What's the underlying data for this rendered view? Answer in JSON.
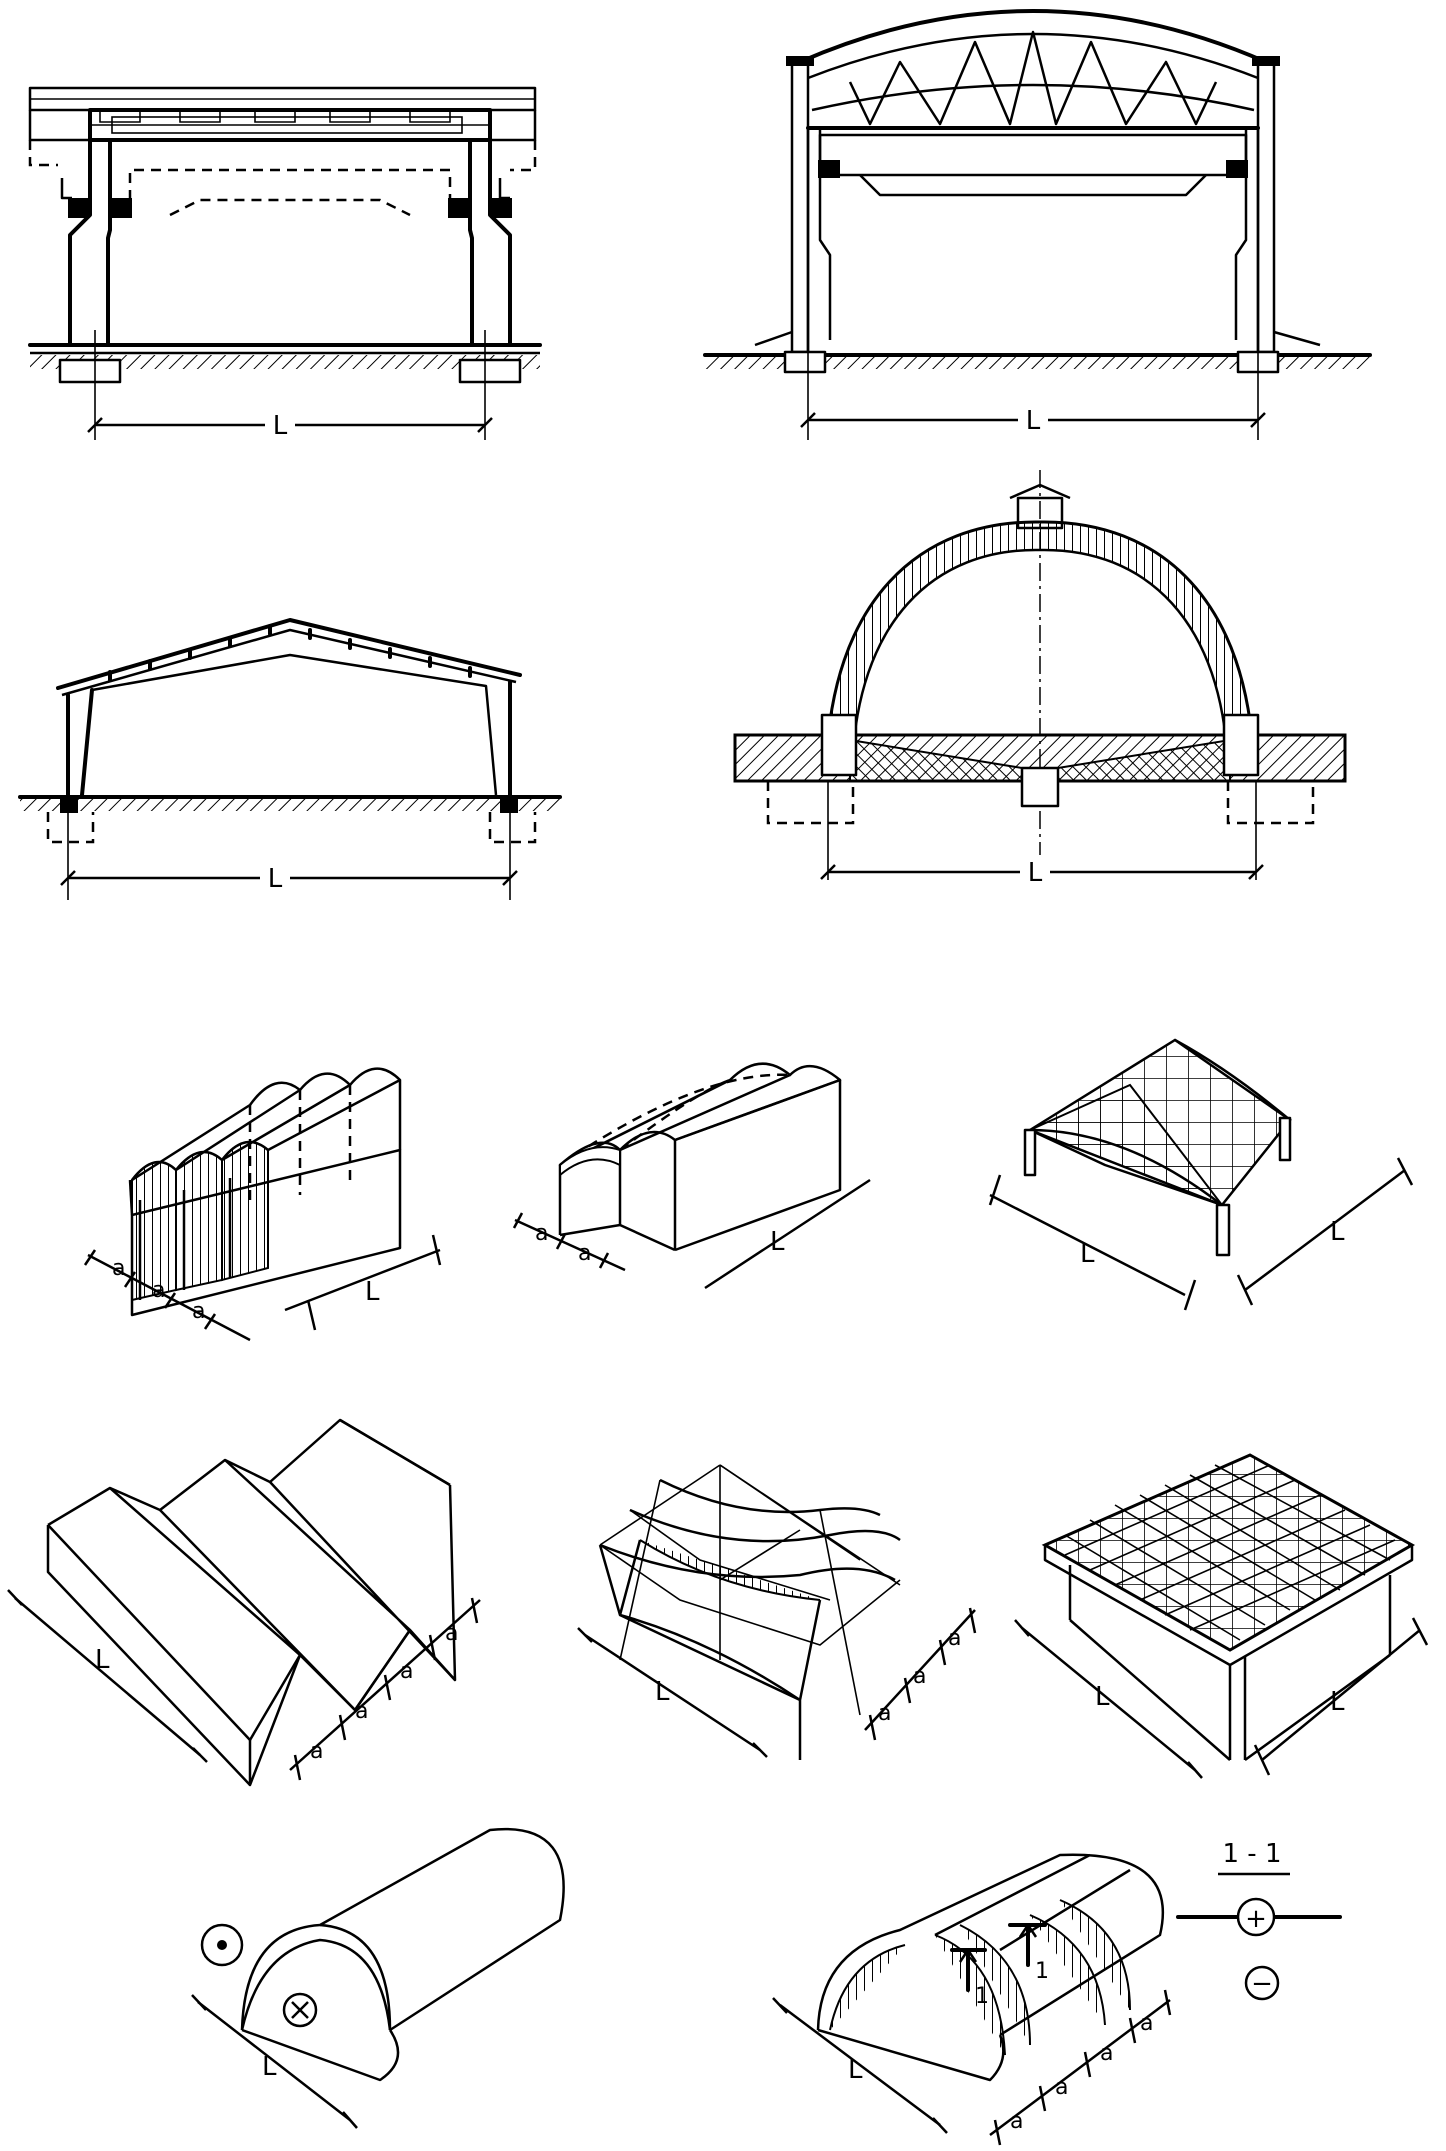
{
  "labels": {
    "span": "L",
    "bay": "a",
    "section_mark": "1",
    "section_title": "1 - 1",
    "plus": "+",
    "minus": "−"
  }
}
